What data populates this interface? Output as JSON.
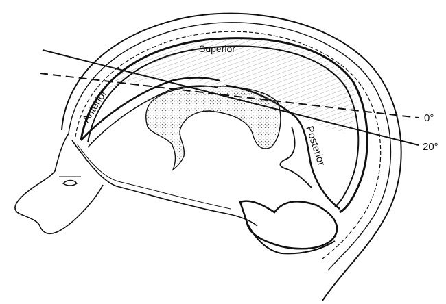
{
  "labels": {
    "superior": "Superior",
    "anterior": "Anterior",
    "posterior": "Posterior",
    "angle_0": "0°",
    "angle_20": "20°"
  },
  "colors": {
    "ink": "#111111",
    "paper": "#ffffff",
    "hatch": "#9a9a9a",
    "stipple": "#8a8a8a"
  }
}
